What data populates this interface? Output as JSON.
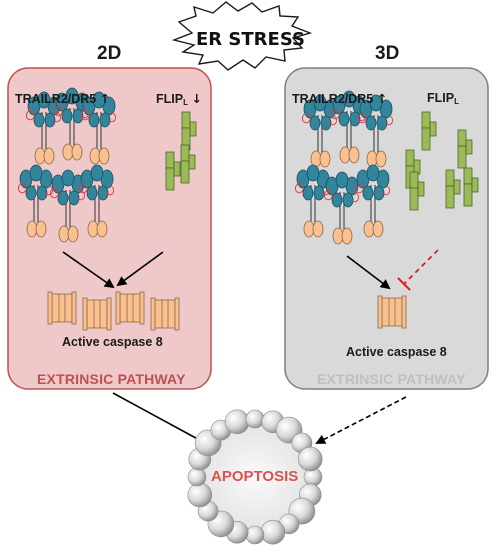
{
  "header": {
    "stress_label": "ER STRESS"
  },
  "left_panel": {
    "title": "2D",
    "receptor_label": "TRAILR2/DR5",
    "receptor_change": "↑",
    "flip_label": "FLIP",
    "flip_sub": "L",
    "flip_change": "↓",
    "caspase_label": "Active caspase 8",
    "pathway_label": "EXTRINSIC PATHWAY"
  },
  "right_panel": {
    "title": "3D",
    "receptor_label": "TRAILR2/DR5",
    "receptor_change": "↑",
    "flip_label": "FLIP",
    "flip_sub": "L",
    "caspase_label": "Active caspase 8",
    "pathway_label": "EXTRINSIC PATHWAY"
  },
  "outcome": {
    "label": "APOPTOSIS"
  },
  "colors": {
    "panel_2d_fill": "#efc9c9",
    "panel_2d_border": "#c0504d",
    "panel_3d_fill": "#d9d9d9",
    "panel_3d_border": "#7f7f7f",
    "pathway_2d_text": "#c0504d",
    "pathway_3d_text": "#bfbfbf",
    "receptor_blue": "#31859c",
    "caspase_orange": "#fac090",
    "flip_green": "#9bbb59",
    "inhibition_red": "#e01e1e",
    "apoptosis_text": "#d9534f"
  }
}
